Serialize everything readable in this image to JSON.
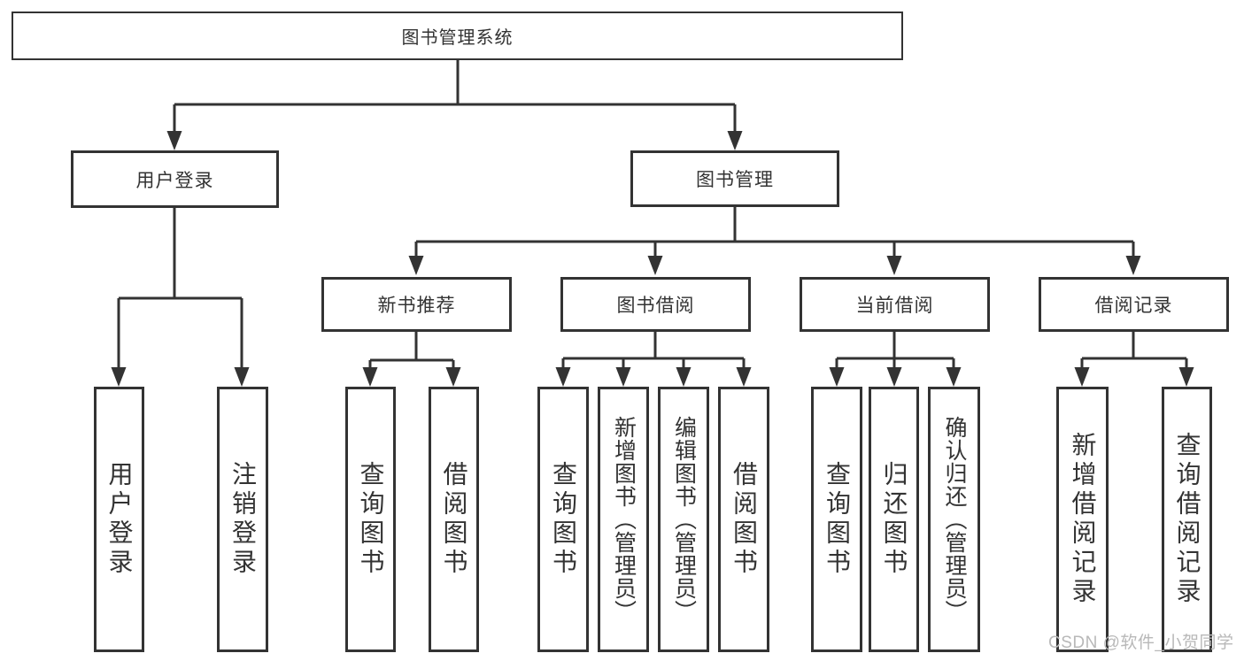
{
  "diagram": {
    "root": {
      "label": "图书管理系统"
    },
    "level2": [
      {
        "label": "用户登录",
        "children": [
          "用户登录",
          "注销登录"
        ]
      },
      {
        "label": "图书管理",
        "children": [
          {
            "label": "新书推荐",
            "children": [
              "查询图书",
              "借阅图书"
            ]
          },
          {
            "label": "图书借阅",
            "children": [
              "查询图书",
              "新增图书（管理员）",
              "编辑图书（管理员）",
              "借阅图书"
            ]
          },
          {
            "label": "当前借阅",
            "children": [
              "查询图书",
              "归还图书",
              "确认归还（管理员）"
            ]
          },
          {
            "label": "借阅记录",
            "children": [
              "新增借阅记录",
              "查询借阅记录"
            ]
          }
        ]
      }
    ]
  },
  "watermark": {
    "text": "CSDN @软件_小贺同学"
  },
  "colors": {
    "line": "#333333",
    "box_border": "#333333",
    "text": "#333333",
    "watermark": "#b8b8b8",
    "background": "#ffffff"
  }
}
